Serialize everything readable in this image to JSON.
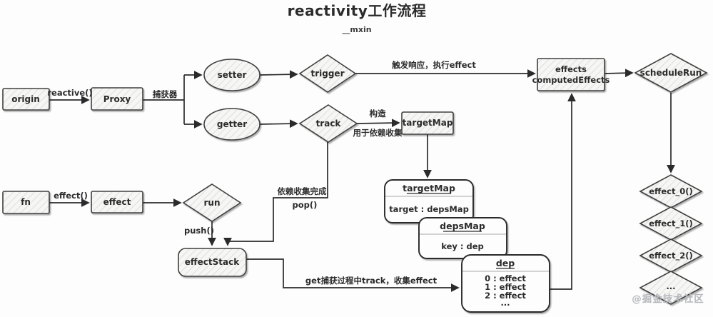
{
  "title": "reactivity工作流程",
  "subtitle": "__mxin",
  "watermark": "@掘金技术社区",
  "colors": {
    "background": "#fdfdfd",
    "shape_stroke": "#3f3f3f",
    "shape_fill": "#f6f6f5",
    "hatch_line": "#d6d6d4",
    "edge_stroke": "#2b2b2b",
    "watermark_gray": "#b4b7bc"
  },
  "nodes": {
    "origin": "origin",
    "proxy": "Proxy",
    "setter": "setter",
    "getter": "getter",
    "trigger": "trigger",
    "track": "track",
    "effects_line1": "effects",
    "effects_line2": "computedEffects",
    "schedule_run": "scheduleRun",
    "target_map_node": "targetMap",
    "fn": "fn",
    "effect": "effect",
    "run": "run",
    "effect_stack": "effectStack",
    "effect_0": "effect_0()",
    "effect_1": "effect_1()",
    "effect_2": "effect_2()",
    "more": "..."
  },
  "edge_labels": {
    "reactive": "reactive()",
    "capturer": "捕获器",
    "trigger_run": "触发响应，执行effect",
    "construct": "构造",
    "for_dep_collection": "用于依赖收集",
    "effect_call": "effect()",
    "push": "push()",
    "dep_collect_done": "依赖收集完成",
    "pop": "pop()",
    "get_track_collect": "get捕获过程中track，收集effect"
  },
  "structs": {
    "target_map": {
      "title": "targetMap",
      "row": "target : depsMap"
    },
    "deps_map": {
      "title": "depsMap",
      "row": "key : dep"
    },
    "dep": {
      "title": "dep",
      "rows": [
        "0 : effect",
        "1 : effect",
        "2 : effect",
        "..."
      ]
    }
  }
}
